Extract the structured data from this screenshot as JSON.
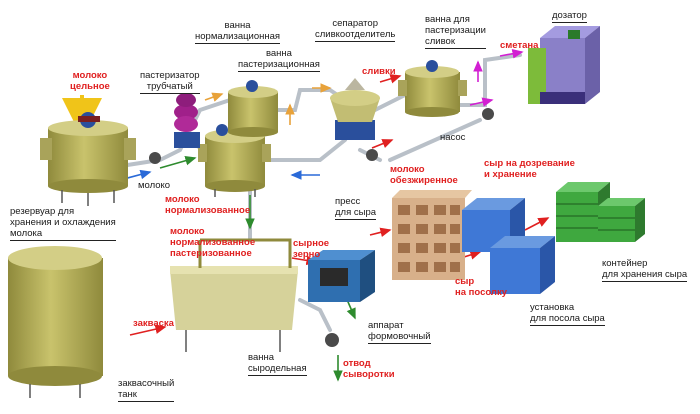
{
  "labels": {
    "dozator": "дозатор",
    "separator": "сепаратор\nсливкоотделитель",
    "vanna_past_slivok": "ванна для\nпастеризации\nсливок",
    "vanna_norm": "ванна\nнормализационная",
    "vanna_past": "ванна\nпастеризационная",
    "pasterizator": "пастеризатор\nтрубчатый",
    "moloko_celnoe": "молоко\nцельное",
    "slivki": "сливки",
    "smetana": "сметана",
    "nasos": "насос",
    "moloko": "молоко",
    "moloko_norm": "молоко\nнормализованное",
    "moloko_obezjir": "молоко\nобезжиренное",
    "syr_dozrevanie": "сыр на дозревание\nи хранение",
    "rezervuar": "резервуар для\nхранения и охлаждения\nмолока",
    "moloko_norm_past": "молоко\nнормализованное\nпастеризованное",
    "press": "пресс\nдля сыра",
    "syrnoe_zerno": "сырное\nзерно",
    "syr_posol": "сыр\nна посолку",
    "konteiner": "контейнер\nдля хранения сыра",
    "ustanovka": "установка\nдля посола сыра",
    "zakvaska": "закваска",
    "apparat": "аппарат\nформовочный",
    "otvod": "отвод\nсыворотки",
    "vanna_syr": "ванна\nсыродельная",
    "zakvasochnyi": "заквасочный\nтанк"
  },
  "colors": {
    "tank": "#b8b25a",
    "tank_dark": "#8f8a3c",
    "tank_top": "#d3ce86",
    "pipe": "#c9cfd6",
    "hot_pipe": "#e8a23a",
    "arrow_red": "#e02020",
    "arrow_green": "#2e8b2e",
    "arrow_magenta": "#d21fd2",
    "arrow_blue": "#2a6ad8",
    "arrow_yellow": "#f0c419",
    "dozator_body": "#8a80c8",
    "dozator_front": "#7dbb3a",
    "press_wood": "#d8b08a",
    "press_cell": "#a0704a",
    "posol_blue": "#3f78d6",
    "container_green": "#3fa83f",
    "forma_blue": "#2f6fb0",
    "motor_blue": "#2a4f9c",
    "pasteur_magenta": "#a0208a"
  }
}
